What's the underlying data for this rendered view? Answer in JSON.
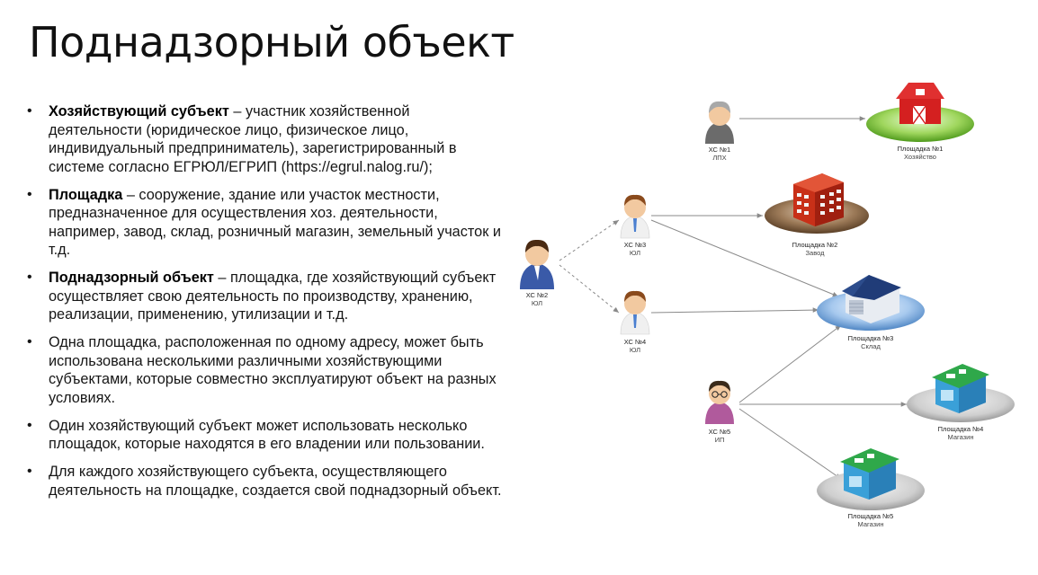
{
  "title": "Поднадзорный объект",
  "bullets": [
    {
      "term": "Хозяйствующий субъект",
      "text": " – участник хозяйственной деятельности (юридическое лицо, физическое лицо, индивидуальный предприниматель), зарегистрированный в системе согласно ЕГРЮЛ/ЕГРИП (https://egrul.nalog.ru/);"
    },
    {
      "term": "Площадка",
      "text": " – сооружение, здание или участок местности, предназначенное для осуществления хоз. деятельности, например, завод, склад, розничный магазин, земельный участок и т.д."
    },
    {
      "term": "Поднадзорный объект",
      "text": " – площадка, где хозяйствующий субъект осуществляет свою деятельность по производству, хранению, реализации, применению, утилизации и т.д."
    },
    {
      "term": "",
      "text": "Одна площадка, расположенная по одному адресу, может быть использована несколькими различными хозяйствующими субъектами, которые совместно эксплуатируют объект на разных условиях."
    },
    {
      "term": "",
      "text": "Один хозяйствующий субъект может использовать несколько площадок, которые находятся в его владении или пользовании."
    },
    {
      "term": "",
      "text": "Для каждого хозяйствующего субъекта, осуществляющего деятельность на площадке, создается свой поднадзорный объект."
    }
  ],
  "diagram": {
    "subjects": [
      {
        "name": "ХС №1",
        "type": "ЛПХ"
      },
      {
        "name": "ХС №2",
        "type": "ЮЛ"
      },
      {
        "name": "ХС №3",
        "type": "ЮЛ"
      },
      {
        "name": "ХС №4",
        "type": "ЮЛ"
      },
      {
        "name": "ХС №5",
        "type": "ИП"
      }
    ],
    "sites": [
      {
        "name": "Площадка №1",
        "type": "Хозяйство"
      },
      {
        "name": "Площадка №2",
        "type": "Завод"
      },
      {
        "name": "Площадка №3",
        "type": "Склад"
      },
      {
        "name": "Площадка №4",
        "type": "Магазин"
      },
      {
        "name": "Площадка №5",
        "type": "Магазин"
      }
    ]
  }
}
